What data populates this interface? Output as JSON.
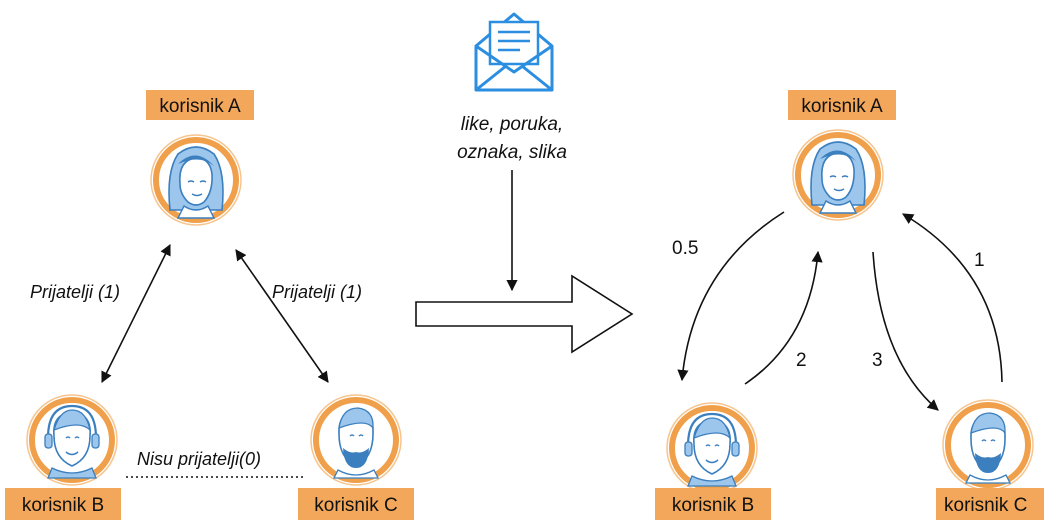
{
  "colors": {
    "label_bg": "#f3a75a",
    "ring": "#f0a04b",
    "avatar_line": "#3b7fbf",
    "envelope": "#2b8ee0",
    "edge": "#111111"
  },
  "left_graph": {
    "user_a": "korisnik A",
    "user_b": "korisnik B",
    "user_c": "korisnik C",
    "edge_ab": "Prijatelji (1)",
    "edge_ac": "Prijatelji (1)",
    "edge_bc": "Nisu prijatelji(0)"
  },
  "interactions": {
    "icon": "envelope-icon",
    "line1": "like, poruka,",
    "line2": "oznaka, slika"
  },
  "right_graph": {
    "user_a": "korisnik A",
    "user_b": "korisnik B",
    "user_c": "korisnik C",
    "weight_a_to_b": "0.5",
    "weight_b_to_a": "2",
    "weight_a_to_c": "3",
    "weight_c_to_a": "1"
  }
}
